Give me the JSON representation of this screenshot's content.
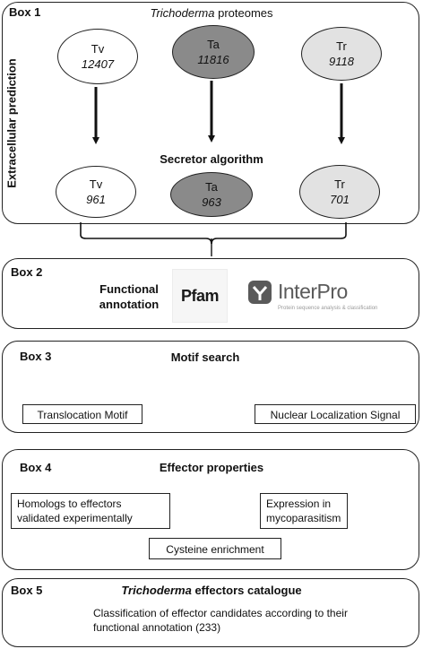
{
  "box1": {
    "label": "Box 1",
    "title_italic": "Trichoderma",
    "title_rest": " proteomes",
    "side_label": "Extracellular prediction",
    "algorithm_label": "Secretor algorithm",
    "top": [
      {
        "species": "Tv",
        "count": "12407",
        "fill": "#ffffff"
      },
      {
        "species": "Ta",
        "count": "11816",
        "fill": "#8a8a8a"
      },
      {
        "species": "Tr",
        "count": "9118",
        "fill": "#e2e2e2"
      }
    ],
    "bottom": [
      {
        "species": "Tv",
        "count": "961",
        "fill": "#ffffff"
      },
      {
        "species": "Ta",
        "count": "963",
        "fill": "#8a8a8a"
      },
      {
        "species": "Tr",
        "count": "701",
        "fill": "#e2e2e2"
      }
    ]
  },
  "box2": {
    "label": "Box 2",
    "text_line1": "Functional",
    "text_line2": "annotation",
    "pfam_logo": "Pfam",
    "interpro_logo": "InterPro",
    "interpro_sub": "Protein sequence analysis & classification"
  },
  "box3": {
    "label": "Box 3",
    "title": "Motif search",
    "left_item": "Translocation Motif",
    "right_item": "Nuclear Localization Signal"
  },
  "box4": {
    "label": "Box 4",
    "title": "Effector properties",
    "left_line1": "Homologs to effectors",
    "left_line2": "validated experimentally",
    "right_line1": "Expression in",
    "right_line2": "mycoparasitism",
    "bottom_item": "Cysteine enrichment"
  },
  "box5": {
    "label": "Box 5",
    "title_italic": "Trichoderma",
    "title_rest": " effectors catalogue",
    "line1": "Classification of effector candidates according to their",
    "line2": "functional annotation (233)"
  }
}
